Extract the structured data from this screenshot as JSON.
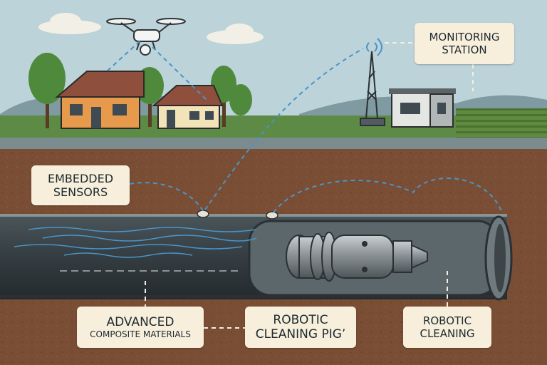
{
  "labels": {
    "monitoring_station": [
      "MONITORING",
      "STATION"
    ],
    "embedded_sensors": [
      "EMBEDDED",
      "SENSORS"
    ],
    "advanced_composite": [
      "ADVANCED",
      "COMPOSITE MATERIALS"
    ],
    "robotic_cleaning_pig": [
      "ROBOTIC",
      "CLEANING PIG’"
    ],
    "robotic_cleaning": [
      "ROBOTIC",
      "CLEANING"
    ]
  },
  "colors": {
    "sky": "#bcd3d9",
    "grass": "#5d8a45",
    "soil": "#7a4e34",
    "pipe": "#3a4448",
    "signal": "#4a94c8",
    "label_bg": "#f7efdc"
  }
}
